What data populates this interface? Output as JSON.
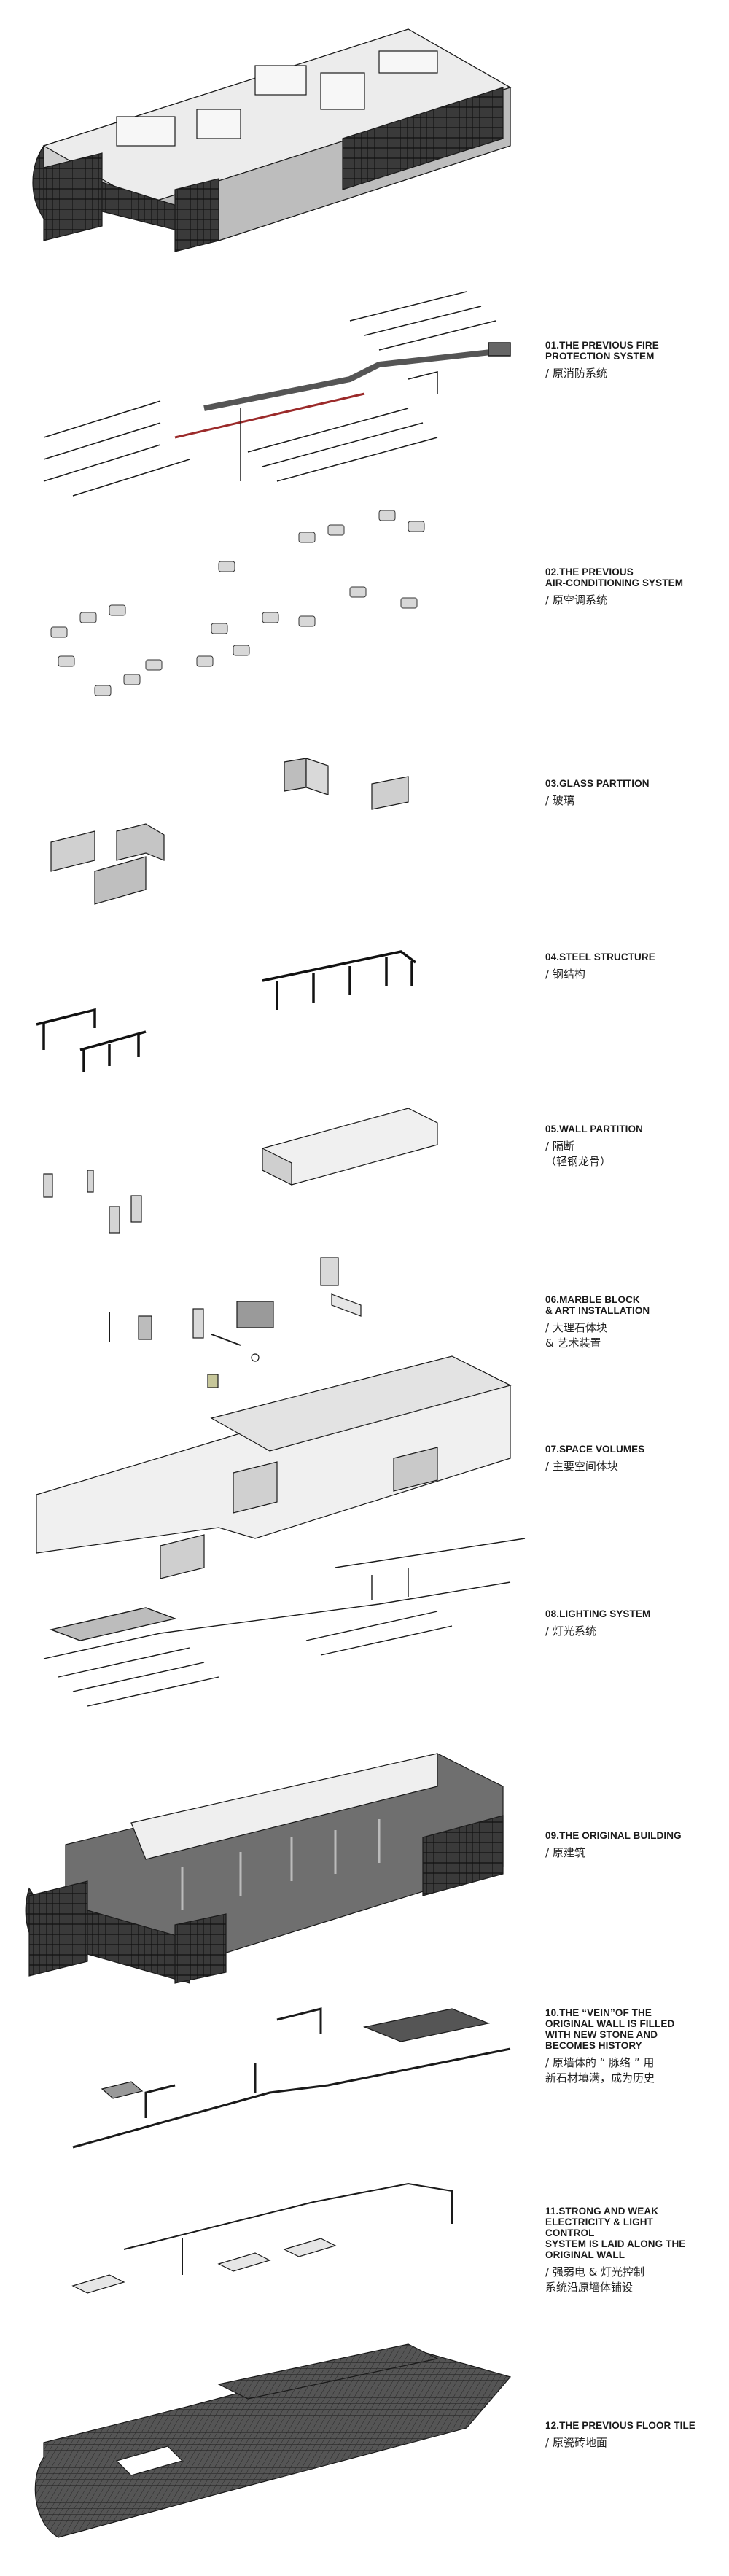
{
  "layers": [
    {
      "number": "01.",
      "title_en": "THE PREVIOUS FIRE\nPROTECTION SYSTEM",
      "title_cn": "/ 原消防系统"
    },
    {
      "number": "02.",
      "title_en": "THE PREVIOUS\nAIR-CONDITIONING SYSTEM",
      "title_cn": "/ 原空调系统"
    },
    {
      "number": "03.",
      "title_en": "GLASS PARTITION",
      "title_cn": "/ 玻璃"
    },
    {
      "number": "04.",
      "title_en": "STEEL STRUCTURE",
      "title_cn": "/ 钢结构"
    },
    {
      "number": "05.",
      "title_en": "WALL PARTITION",
      "title_cn": "/ 隔断\n（轻钢龙骨）"
    },
    {
      "number": "06.",
      "title_en": "MARBLE BLOCK\n& ART INSTALLATION",
      "title_cn": "/ 大理石体块\n& 艺术装置"
    },
    {
      "number": "07.",
      "title_en": "SPACE VOLUMES",
      "title_cn": "/ 主要空间体块"
    },
    {
      "number": "08.",
      "title_en": "LIGHTING SYSTEM",
      "title_cn": "/ 灯光系统"
    },
    {
      "number": "09.",
      "title_en": "THE ORIGINAL BUILDING",
      "title_cn": "/ 原建筑"
    },
    {
      "number": "10.",
      "title_en": "THE “VEIN”OF THE\nORIGINAL WALL IS FILLED\nWITH NEW STONE AND\nBECOMES HISTORY",
      "title_cn": "/ 原墙体的 “ 脉络 ” 用\n新石材填满，成为历史"
    },
    {
      "number": "11.",
      "title_en": "STRONG AND WEAK\nELECTRICITY & LIGHT\nCONTROL\nSYSTEM IS LAID ALONG THE\nORIGINAL WALL",
      "title_cn": "/ 强弱电 & 灯光控制\n系统沿原墙体铺设"
    },
    {
      "number": "12.",
      "title_en": "THE PREVIOUS FLOOR TILE",
      "title_cn": "/ 原瓷砖地面"
    }
  ],
  "colors": {
    "line": "#1a1a1a",
    "wall_face": "#f4f4f4",
    "wall_side": "#d9d9d9",
    "floor": "#6f6f6f",
    "fire_pipe": "#9b2a2a",
    "glass": "#2b2b2b"
  }
}
